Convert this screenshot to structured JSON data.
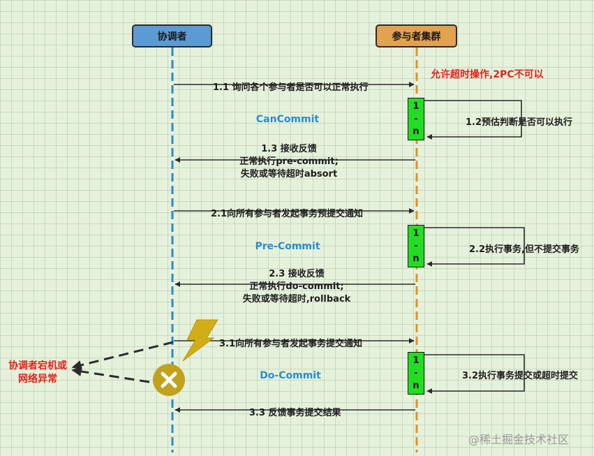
{
  "actors": {
    "coordinator": {
      "label": "协调者",
      "color": "#5b9bd5"
    },
    "participants": {
      "label": "参与者集群",
      "color": "#e3a24f"
    }
  },
  "note_timeout": "允许超时操作,2PC不可以",
  "phases": [
    {
      "name": "CanCommit",
      "request": "1.1 询问各个参与者是否可以正常执行",
      "self_msg": "1.2预估判断是否可以执行",
      "response": [
        "1.3 接收反馈",
        "正常执行pre-commit;",
        "失败或等待超时absort"
      ],
      "activation": [
        "1",
        "-",
        "n"
      ]
    },
    {
      "name": "Pre-Commit",
      "request": "2.1向所有参与者发起事务预提交通知",
      "self_msg": "2.2执行事务,但不提交事务",
      "response": [
        "2.3 接收反馈",
        "正常执行do-commit;",
        "失败或等待超时,rollback"
      ],
      "activation": [
        "1",
        "-",
        "n"
      ]
    },
    {
      "name": "Do-Commit",
      "request": "3.1向所有参与者发起事务提交通知",
      "self_msg": "3.2执行事务提交或超时提交",
      "response": [
        "3.3 反馈事务提交结果"
      ],
      "activation": [
        "1",
        "-",
        "n"
      ]
    }
  ],
  "failure_note": [
    "协调者宕机或",
    "网络异常"
  ],
  "colors": {
    "activation": "#22dd22",
    "fault": "#c4a61a",
    "phase_text": "#2a8ccf",
    "note_text": "#e2231a"
  },
  "watermark": "@稀土掘金技术社区"
}
